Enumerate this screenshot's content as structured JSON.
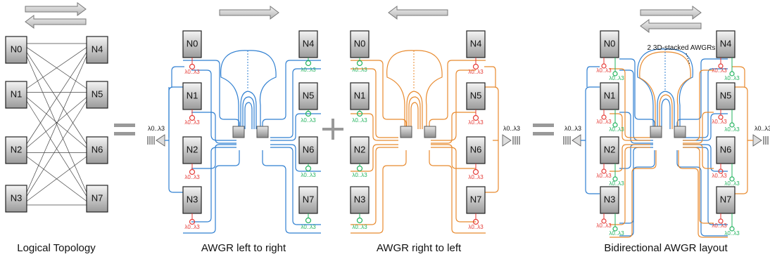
{
  "panels": [
    {
      "caption": "Logical Topology"
    },
    {
      "caption": "AWGR left to right"
    },
    {
      "caption": "AWGR right to left"
    },
    {
      "caption": "Bidirectional AWGR layout"
    }
  ],
  "nodes": [
    "N0",
    "N1",
    "N2",
    "N3",
    "N4",
    "N5",
    "N6",
    "N7"
  ],
  "wavelength_label": "λ0..λ3",
  "annotation": "2 3D-stacked AWGRs",
  "colors": {
    "blue": "#2f7fd1",
    "orange": "#e88a2e",
    "red_ring": "#e53935",
    "green_ring": "#22b35e",
    "operator": "#999999"
  }
}
